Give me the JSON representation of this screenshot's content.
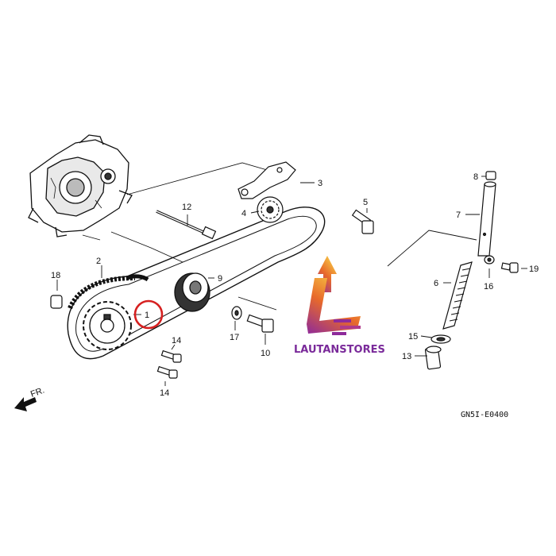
{
  "part_labels": [
    {
      "id": "1",
      "text": "1"
    },
    {
      "id": "2",
      "text": "2"
    },
    {
      "id": "3",
      "text": "3"
    },
    {
      "id": "4",
      "text": "4"
    },
    {
      "id": "5",
      "text": "5"
    },
    {
      "id": "6",
      "text": "6"
    },
    {
      "id": "7",
      "text": "7"
    },
    {
      "id": "8",
      "text": "8"
    },
    {
      "id": "9",
      "text": "9"
    },
    {
      "id": "10",
      "text": "10"
    },
    {
      "id": "12",
      "text": "12"
    },
    {
      "id": "13",
      "text": "13"
    },
    {
      "id": "14a",
      "text": "14"
    },
    {
      "id": "14b",
      "text": "14"
    },
    {
      "id": "15",
      "text": "15"
    },
    {
      "id": "16",
      "text": "16"
    },
    {
      "id": "17",
      "text": "17"
    },
    {
      "id": "18",
      "text": "18"
    },
    {
      "id": "19",
      "text": "19"
    }
  ],
  "front_arrow": {
    "text": "FR."
  },
  "diagram_code": "GN5I-E0400",
  "watermark": {
    "text": "LAUTANSTORES",
    "color_gradient": [
      "#f6c344",
      "#e86a2a",
      "#8e2a9a"
    ],
    "text_color": "#7a2a9a"
  },
  "highlight": {
    "part": "1",
    "color": "#d62020"
  },
  "line_color": "#111111"
}
